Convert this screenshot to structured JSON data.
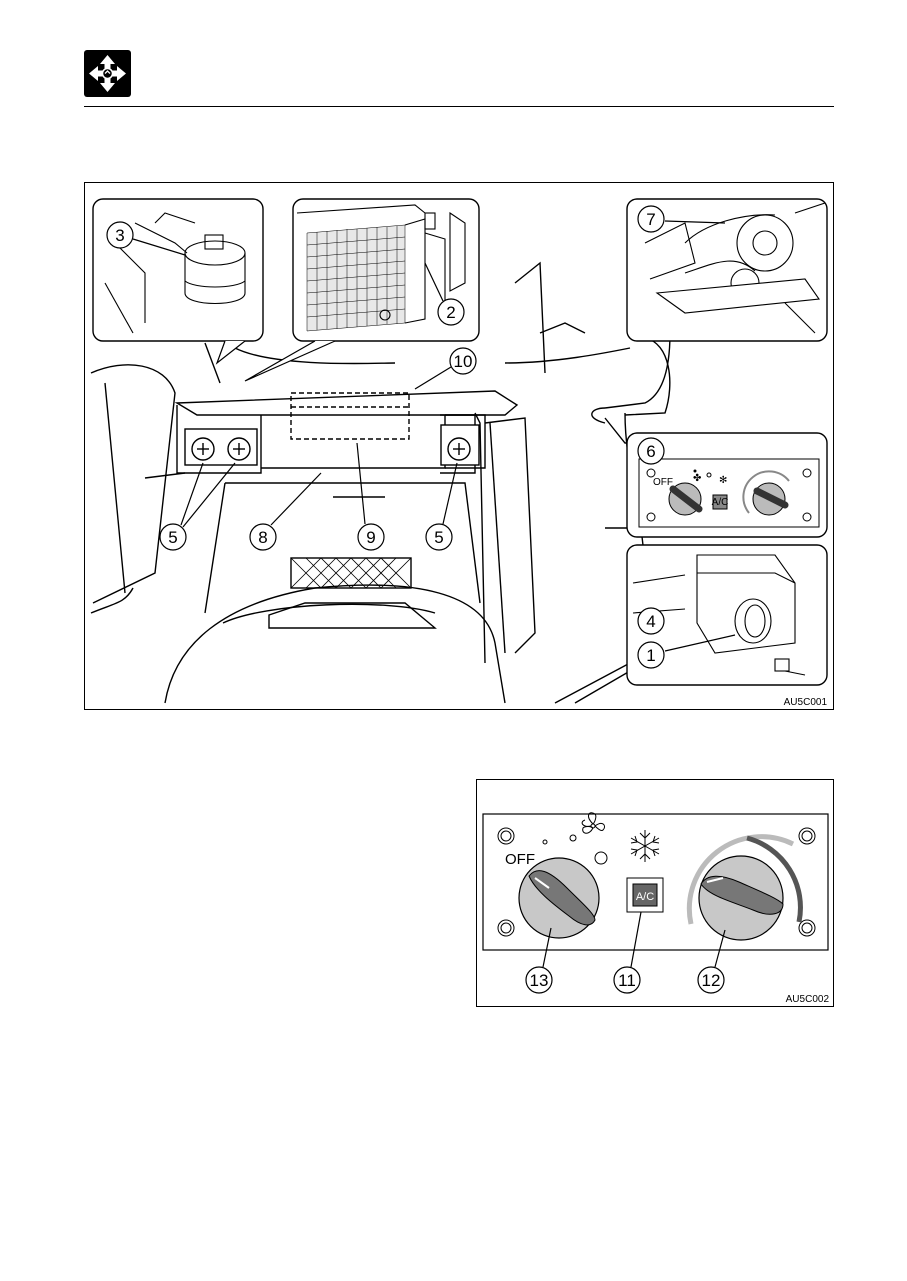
{
  "figure1": {
    "code": "AU5C001",
    "callouts": [
      "1",
      "2",
      "3",
      "4",
      "5",
      "5",
      "5",
      "6",
      "7",
      "8",
      "9",
      "10"
    ],
    "inset_panel": {
      "off_label": "OFF",
      "ac_label": "A/C"
    }
  },
  "figure2": {
    "code": "AU5C002",
    "off_label": "OFF",
    "ac_label": "A/C",
    "callouts": [
      "11",
      "12",
      "13"
    ]
  }
}
